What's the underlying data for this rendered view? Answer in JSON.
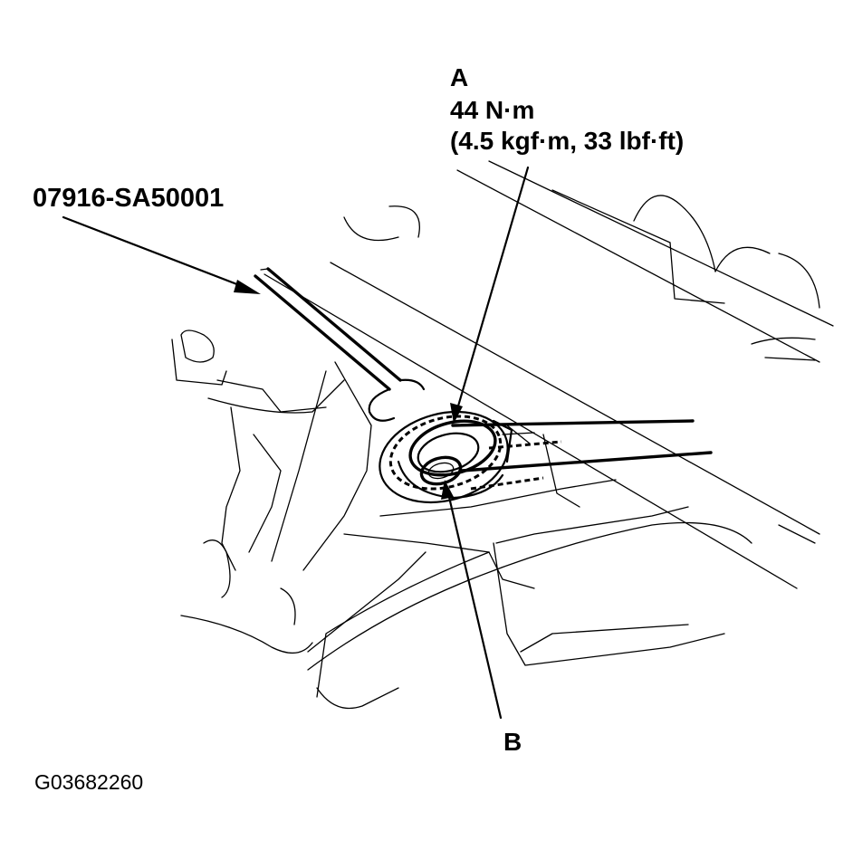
{
  "callouts": {
    "a": {
      "letter": "A",
      "torque_nm": "44 N·m",
      "torque_alt": "(4.5 kgf·m, 33 lbf·ft)"
    },
    "tool": {
      "part_number": "07916-SA50001"
    },
    "b": {
      "letter": "B"
    }
  },
  "figure_code": "G03682260"
}
